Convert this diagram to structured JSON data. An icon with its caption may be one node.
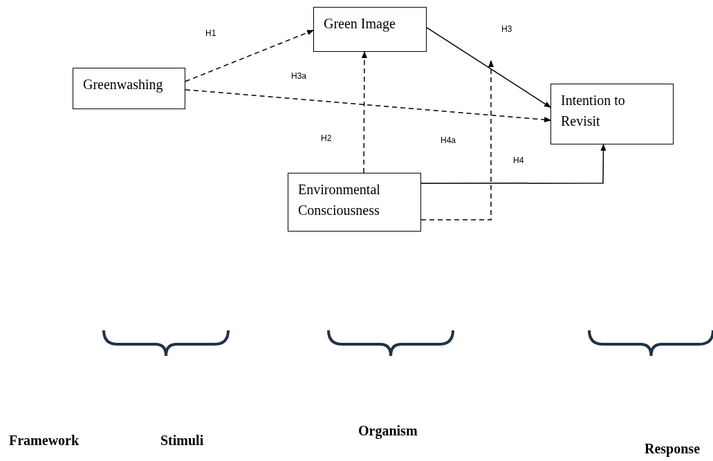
{
  "diagram": {
    "nodes": [
      {
        "text": [
          "Greenwashing"
        ]
      },
      {
        "text": [
          "Green Image"
        ]
      },
      {
        "text": [
          "Intention to Revisit"
        ]
      },
      {
        "text": [
          "Environmental Consciousness"
        ]
      }
    ],
    "edges": [
      {
        "from": 0,
        "to": 1,
        "arrow": "to",
        "style": "dashed",
        "label": "H1"
      },
      {
        "from": 0,
        "to": 2,
        "arrow": "to",
        "style": "dashed",
        "label": "H3a"
      },
      {
        "from": 1,
        "to": 2,
        "arrow": "to",
        "label": "H3"
      },
      {
        "from": 3,
        "to": 1,
        "arrow": "to",
        "style": "dashed",
        "label": "H2"
      },
      {
        "from": 3,
        "to": 2,
        "arrow": "to",
        "label": "H4"
      },
      {
        "from": 3,
        "to": null,
        "arrow": "to",
        "style": "dashed",
        "label": "H4a"
      }
    ],
    "labels": [
      "Framework",
      "Stimuli",
      "Organism",
      "Response"
    ]
  }
}
